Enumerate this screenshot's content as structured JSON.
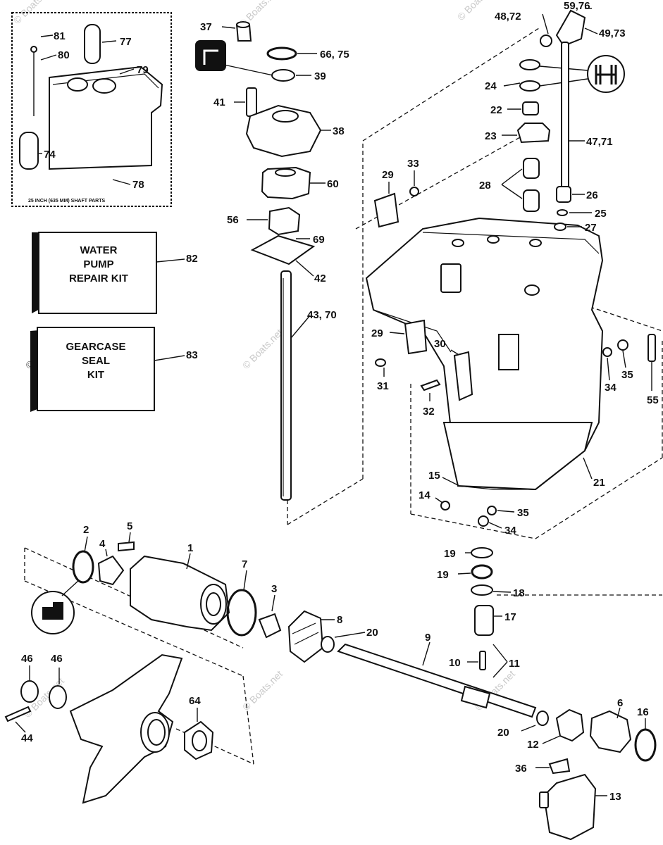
{
  "watermark": "© Boats.net",
  "inset": {
    "note": "25 INCH (635 MM) SHAFT PARTS"
  },
  "kits": {
    "water_pump": [
      "WATER",
      "PUMP",
      "REPAIR KIT"
    ],
    "gearcase_seal": [
      "GEARCASE",
      "SEAL",
      "KIT"
    ]
  },
  "callouts": {
    "c81": "81",
    "c80": "80",
    "c77": "77",
    "c79": "79",
    "c74": "74",
    "c78": "78",
    "c37": "37",
    "c66_75": "66, 75",
    "c39": "39",
    "c41": "41",
    "c38": "38",
    "c60": "60",
    "c56": "56",
    "c69": "69",
    "c42": "42",
    "c43_70": "43, 70",
    "c82": "82",
    "c83": "83",
    "c48_72": "48,72",
    "c59_76": "59,76",
    "c49_73": "49,73",
    "c24": "24",
    "c22": "22",
    "c23": "23",
    "c47_71": "47,71",
    "c29a": "29",
    "c33": "33",
    "c28": "28",
    "c26": "26",
    "c25": "25",
    "c27": "27",
    "c29b": "29",
    "c30": "30",
    "c31": "31",
    "c32": "32",
    "c34a": "34",
    "c35a": "35",
    "c55": "55",
    "c21": "21",
    "c15": "15",
    "c14": "14",
    "c35b": "35",
    "c34b": "34",
    "c2": "2",
    "c4": "4",
    "c5": "5",
    "c1": "1",
    "c7": "7",
    "c3": "3",
    "c8": "8",
    "c20a": "20",
    "c9": "9",
    "c19a": "19",
    "c19b": "19",
    "c18": "18",
    "c17": "17",
    "c10": "10",
    "c11": "11",
    "c46a": "46",
    "c46b": "46",
    "c64": "64",
    "c44": "44",
    "c20b": "20",
    "c12": "12",
    "c6": "6",
    "c16": "16",
    "c36": "36",
    "c13": "13"
  },
  "colors": {
    "ink": "#111111",
    "paper": "#ffffff",
    "watermark": "#c9c9c9"
  }
}
